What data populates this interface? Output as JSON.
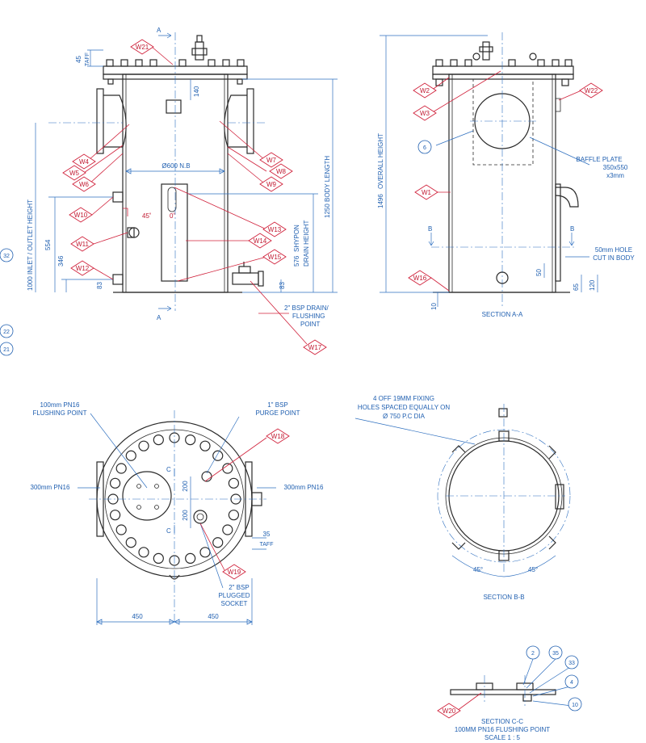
{
  "colors": {
    "dimension": "#1f5fb0",
    "weld_marker": "#c01830",
    "outline": "#2a2a2a"
  },
  "welds": [
    "W1",
    "W2",
    "W3",
    "W4",
    "W5",
    "W6",
    "W7",
    "W8",
    "W9",
    "W10",
    "W11",
    "W12",
    "W13",
    "W14",
    "W15",
    "W16",
    "W17",
    "W18",
    "W19",
    "W20",
    "W21",
    "W22"
  ],
  "balloons": [
    "32",
    "22",
    "21",
    "6",
    "2",
    "35",
    "33",
    "4",
    "10"
  ],
  "section_a": {
    "cut_label": "A",
    "dims": {
      "taff_45": "45",
      "taff": "TAFF",
      "d140": "140",
      "dia600": "Ø600 N.B",
      "d554": "554",
      "d346": "346",
      "d83a": "83",
      "d83b": "83",
      "d576": "576",
      "d1000": "1000",
      "d1250": "1250"
    },
    "labels": {
      "inlet_outlet_height": "INLET / OUTLET HEIGHT",
      "body_length": "BODY LENGTH",
      "shypon": "SHYPON",
      "drain_height": "DRAIN HEIGHT",
      "angle45": "45˚",
      "angle0": "0˚",
      "drain_note": [
        "2\" BSP DRAIN/",
        "FLUSHING",
        "POINT"
      ]
    }
  },
  "section_aa": {
    "title": "SECTION A-A",
    "overall_value": "1496",
    "overall_label": "OVERALL HEIGHT",
    "baffle": [
      "BAFFLE PLATE",
      "350x550",
      "x3mm"
    ],
    "hole": [
      "50mm HOLE",
      "CUT IN BODY"
    ],
    "cut_b": "B",
    "dims": {
      "d10": "10",
      "d50": "50",
      "d65": "65",
      "d120": "120"
    }
  },
  "plan": {
    "flushing": [
      "100mm PN16",
      "FLUSHING POINT"
    ],
    "purge": [
      "1\" BSP",
      "PURGE POINT"
    ],
    "flange_left": "300mm PN16",
    "flange_right": "300mm PN16",
    "plugged": [
      "2\" BSP",
      "PLUGGED",
      "SOCKET"
    ],
    "d35": "35",
    "taff": "TAFF",
    "d200a": "200",
    "d200b": "200",
    "d450a": "450",
    "d450b": "450",
    "cut_c": "C"
  },
  "section_bb": {
    "title": "SECTION B-B",
    "note": [
      "4 OFF 19MM FIXING",
      "HOLES SPACED EQUALLY ON",
      "Ø 750 P.C DIA"
    ],
    "a1": "45°",
    "a2": "45°"
  },
  "section_cc": {
    "title": "SECTION C-C",
    "subtitle": "100MM PN16 FLUSHING POINT",
    "scale": "SCALE 1 : 5"
  }
}
